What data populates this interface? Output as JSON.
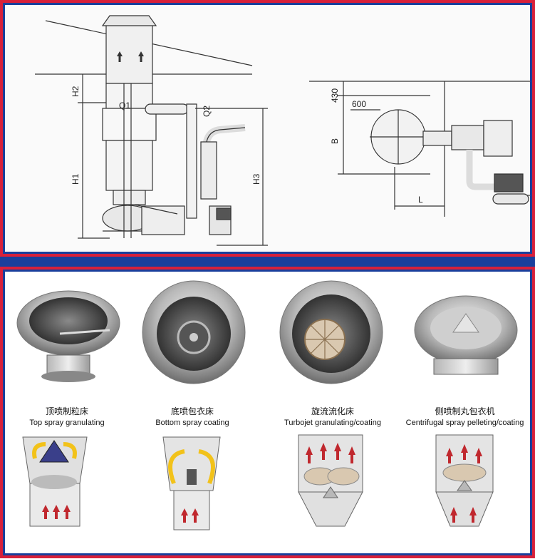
{
  "technical_drawing": {
    "dimensions": [
      "H2",
      "H1",
      "H3",
      "Q1",
      "Q2",
      "430",
      "600",
      "B",
      "L"
    ]
  },
  "methods": [
    {
      "zh": "顶喷制粒床",
      "en": "Top spray granulating"
    },
    {
      "zh": "底喷包衣床",
      "en": "Bottom spray coating"
    },
    {
      "zh": "旋流流化床",
      "en": "Turbojet granulating/coating"
    },
    {
      "zh": "侧喷制丸包衣机",
      "en": "Centrifugal spray pelleting/coating"
    }
  ],
  "colors": {
    "frame_red": "#d8203a",
    "frame_blue": "#1a3f9c",
    "arrow_red": "#c0282e",
    "arrow_yellow": "#f2c21a"
  },
  "icons": [
    "up-arrow-icon"
  ]
}
